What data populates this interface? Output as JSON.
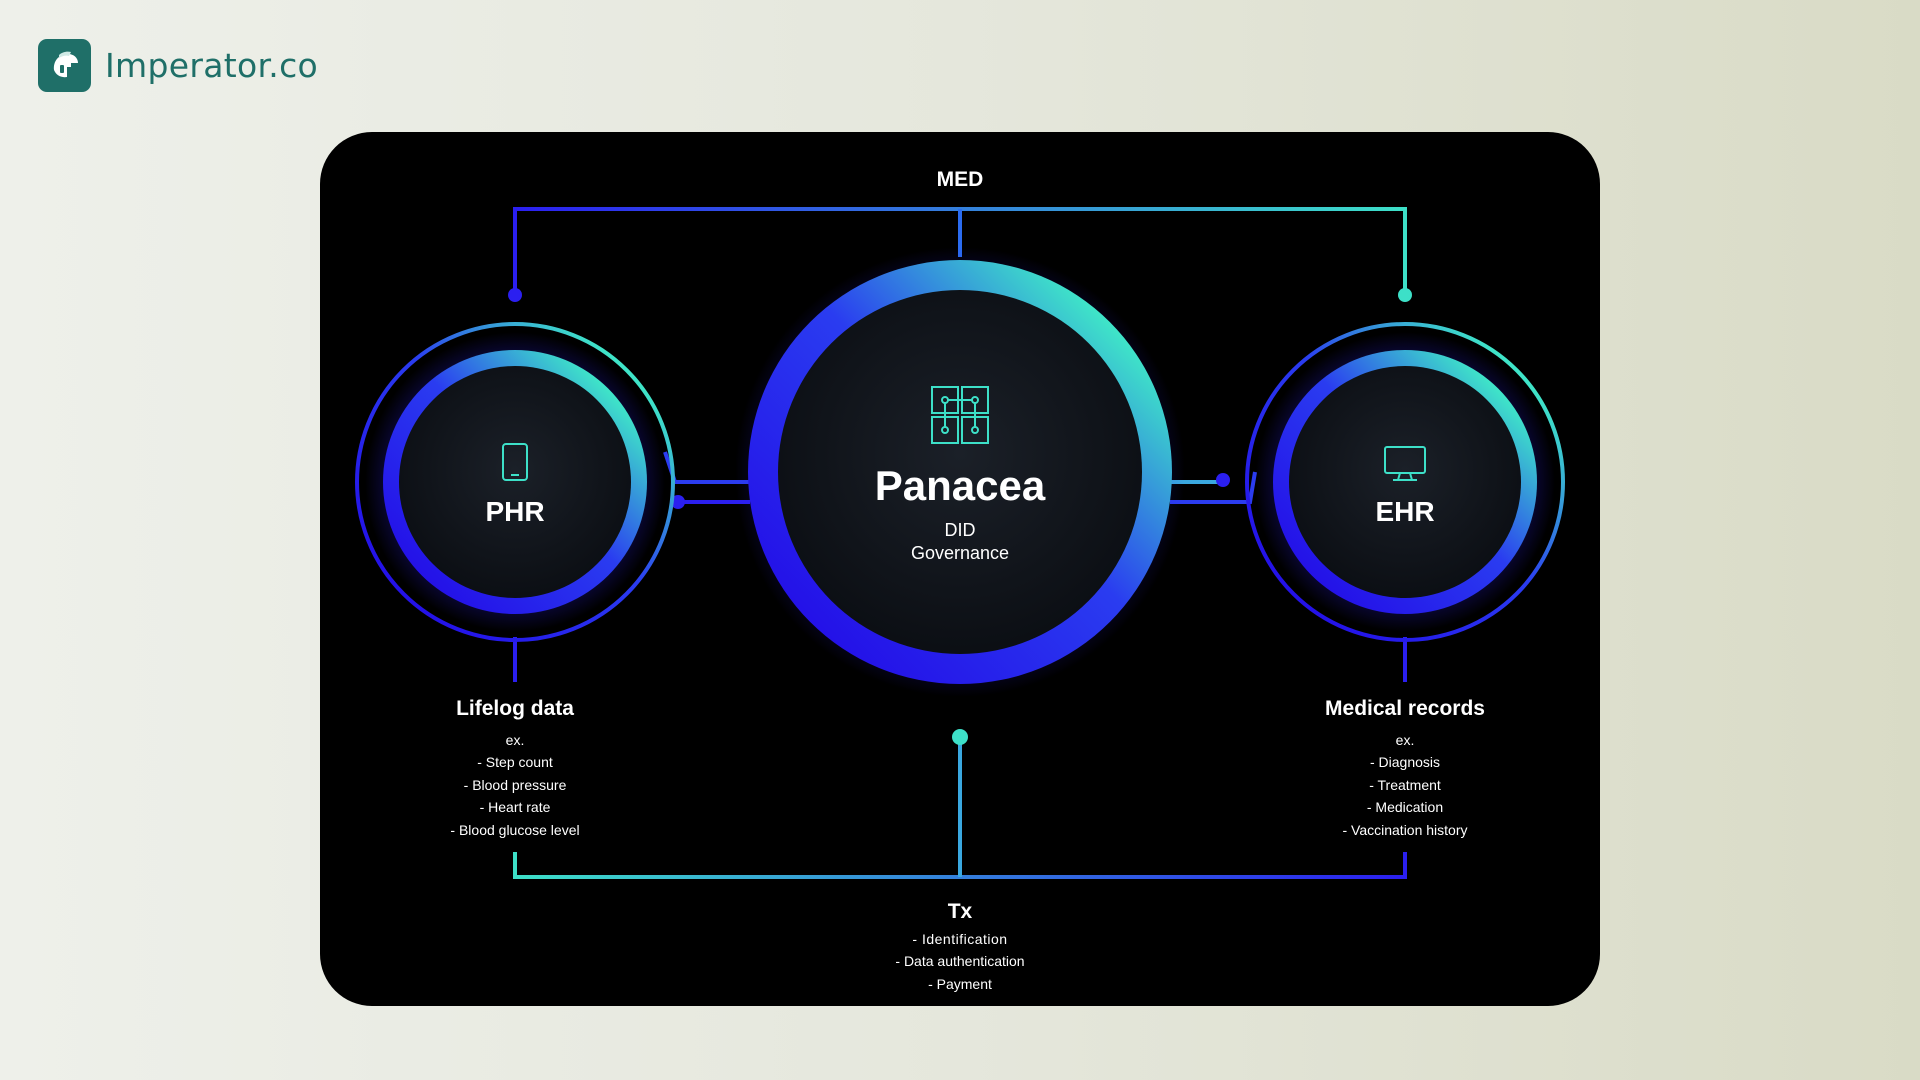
{
  "brand": {
    "name": "Imperator.co",
    "logo_icon": "spartan-helmet-icon",
    "color": "#1f6f68"
  },
  "diagram": {
    "top_label": "MED",
    "center": {
      "title": "Panacea",
      "line1": "DID",
      "line2": "Governance",
      "icon": "circuit-grid-icon"
    },
    "left": {
      "title": "PHR",
      "icon": "smartphone-icon"
    },
    "right": {
      "title": "EHR",
      "icon": "monitor-icon"
    },
    "left_info": {
      "title": "Lifelog data",
      "items": [
        "ex.",
        "- Step count",
        "- Blood pressure",
        "- Heart rate",
        "- Blood glucose level"
      ]
    },
    "right_info": {
      "title": "Medical records",
      "items": [
        "ex.",
        "- Diagnosis",
        "- Treatment",
        "- Medication",
        "- Vaccination history"
      ]
    },
    "bottom": {
      "title": "Tx",
      "items": [
        "- Identification",
        "- Data authentication",
        "-  Payment"
      ]
    },
    "colors": {
      "blue": "#2b1ff0",
      "teal": "#3de0c8",
      "card": "#000000"
    }
  }
}
